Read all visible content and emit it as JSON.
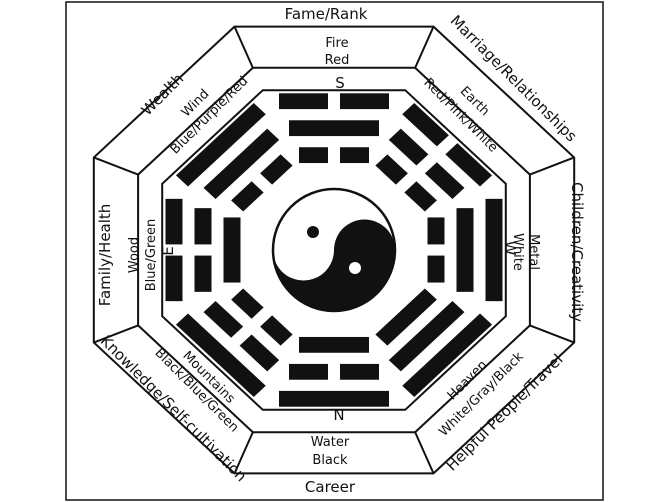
{
  "colors": {
    "ink": "#111111",
    "paper": "#ffffff"
  },
  "areas": {
    "top": {
      "life_area": "Fame/Rank",
      "element": "Fire",
      "colors": "Red"
    },
    "top_right": {
      "life_area": "Marriage/Relationships",
      "element": "Earth",
      "colors": "Red/Pink/White"
    },
    "right": {
      "life_area": "Children/Creativity",
      "element": "Metal",
      "colors": "White"
    },
    "bottom_right": {
      "life_area": "Helpful People/Travel",
      "element": "Heaven",
      "colors": "White/Gray/Black"
    },
    "bottom": {
      "life_area": "Career",
      "element": "Water",
      "colors": "Black"
    },
    "bottom_left": {
      "life_area": "Knowledge/Self-cultivation",
      "element": "Mountains",
      "colors": "Black/Blue/Green"
    },
    "left": {
      "life_area": "Family/Health",
      "element": "Wood",
      "colors": "Blue/Green"
    },
    "top_left": {
      "life_area": "Wealth",
      "element": "Wind",
      "colors": "Blue/Purple/Red"
    }
  },
  "directions": {
    "south": "S",
    "west": "W",
    "north": "N",
    "east": "E"
  },
  "trigrams": {
    "top": [
      0,
      1,
      0
    ],
    "top_right": [
      0,
      0,
      0
    ],
    "right": [
      1,
      1,
      0
    ],
    "bottom_right": [
      1,
      1,
      1
    ],
    "bottom": [
      1,
      0,
      1
    ],
    "bottom_left": [
      1,
      0,
      0
    ],
    "left": [
      0,
      0,
      1
    ],
    "top_left": [
      1,
      1,
      0
    ]
  }
}
